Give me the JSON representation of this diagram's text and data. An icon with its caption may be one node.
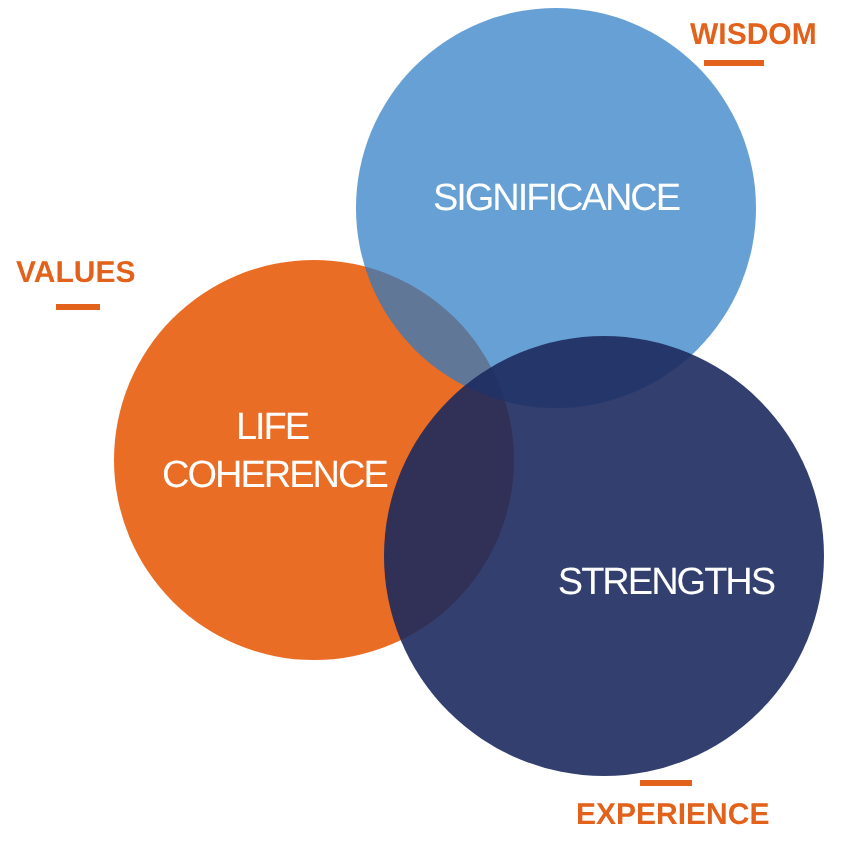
{
  "diagram": {
    "nodes": [
      {
        "text": [
          "SIGNIFICANCE"
        ]
      },
      {
        "text": [
          "LIFE COHERENCE"
        ]
      },
      {
        "text": [
          "STRENGTHS"
        ]
      }
    ],
    "labels": [
      "WISDOM",
      "VALUES",
      "EXPERIENCE"
    ]
  }
}
